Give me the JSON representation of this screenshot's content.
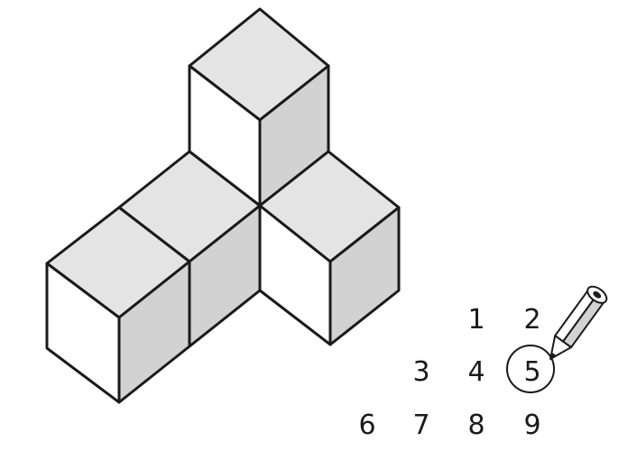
{
  "colors": {
    "top_face": "#e4e4e4",
    "shaded_face": "#d2d2d2",
    "light_face": "#ffffff",
    "outline": "#1a1a1a"
  },
  "answer_choices": [
    "1",
    "2",
    "3",
    "4",
    "5",
    "6",
    "7",
    "8",
    "9"
  ],
  "selected_choice": "5",
  "icons": [
    "pencil-icon",
    "selection-circle"
  ]
}
